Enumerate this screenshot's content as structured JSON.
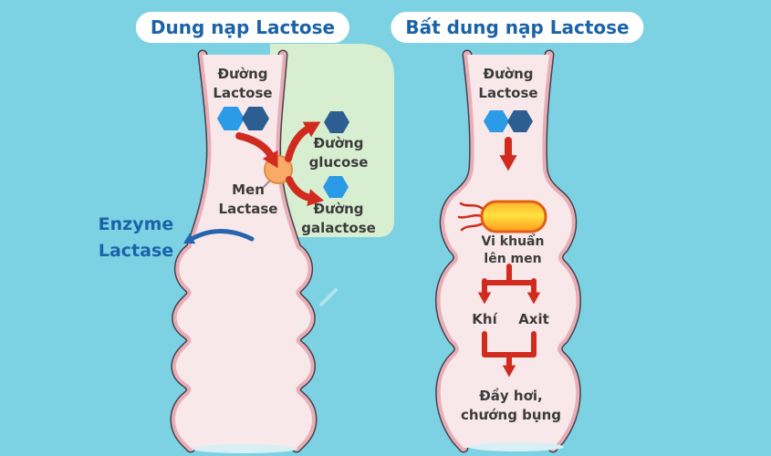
{
  "left_panel": {
    "title": "Dung nạp Lactose",
    "lactose_label": "Đường\nLactose",
    "enzyme_label": "Men\nLactase",
    "enzyme_annotation": "Enzyme\nLactase",
    "glucose_label": "Đường\nglucose",
    "galactose_label": "Đường\ngalactose"
  },
  "right_panel": {
    "title": "Bất dung nạp Lactose",
    "lactose_label": "Đường\nLactose",
    "bacteria_label": "Vi khuẩn\nlên men",
    "gas_label": "Khí",
    "acid_label": "Axit",
    "symptoms_label": "Đầy hơi,\nchướng bụng"
  },
  "icons": {
    "lactose_molecule": "two-hexagons",
    "glucose_molecule": "dark-hexagon",
    "galactose_molecule": "light-hexagon",
    "enzyme": "orange-circle",
    "bacteria": "orange-rod-with-flagella"
  },
  "colors": {
    "background": "#7cd2e3",
    "title_text": "#1b63a9",
    "pill_bg": "#ffffff",
    "label_text": "#3b3b3b",
    "intestine_fill": "#f8e8ea",
    "intestine_band": "#e7aeb8",
    "intestine_outline": "#45424a",
    "panel_green": "#d8eed0",
    "hex_light": "#2b9be7",
    "hex_dark": "#2d5e92",
    "arrow_red": "#d02b1e",
    "arrow_blue": "#2565ae",
    "enzyme_fill": "#f8ab66",
    "enzyme_stroke": "#e08b42",
    "bacteria_top": "#ffb12a",
    "bacteria_mid": "#ffe23f",
    "bacteria_bottom": "#ff9a1e",
    "bacteria_outline": "#e35c13",
    "pointer_line": "#9a9096",
    "smudge": "#d8eff6"
  }
}
